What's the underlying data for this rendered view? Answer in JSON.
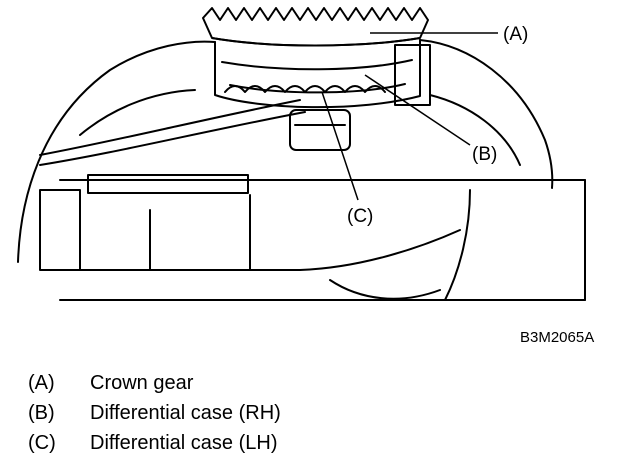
{
  "figure": {
    "id": "B3M2065A",
    "callouts": {
      "a": "(A)",
      "b": "(B)",
      "c": "(C)"
    }
  },
  "legend": [
    {
      "key": "(A)",
      "text": "Crown gear"
    },
    {
      "key": "(B)",
      "text": "Differential case (RH)"
    },
    {
      "key": "(C)",
      "text": "Differential case (LH)"
    }
  ]
}
